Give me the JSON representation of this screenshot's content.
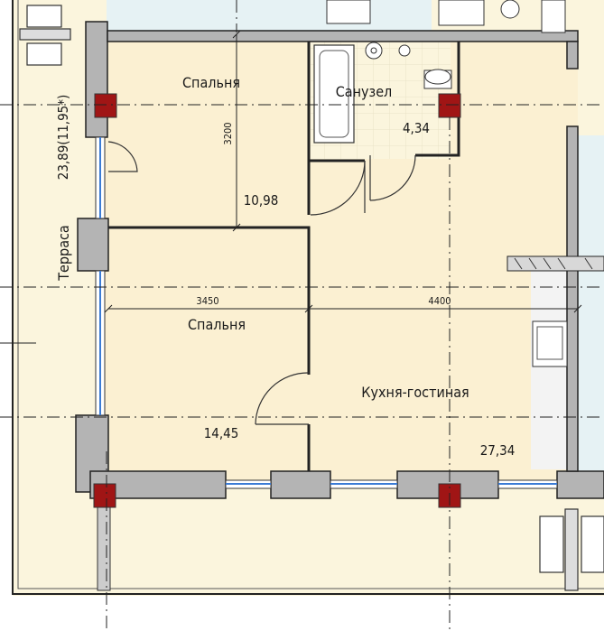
{
  "plan": {
    "rooms": [
      {
        "name": "Спальня",
        "area": "10,98"
      },
      {
        "name": "Санузел",
        "area": "4,34"
      },
      {
        "name": "Спальня",
        "area": "14,45"
      },
      {
        "name": "Кухня-гостиная",
        "area": "27,34"
      }
    ],
    "terrace": {
      "name": "Терраса",
      "area": "23,89(11,95*)"
    },
    "dimensions": {
      "bedroom_depth": "3200",
      "bedroom_width": "3450",
      "living_width": "4400"
    }
  }
}
